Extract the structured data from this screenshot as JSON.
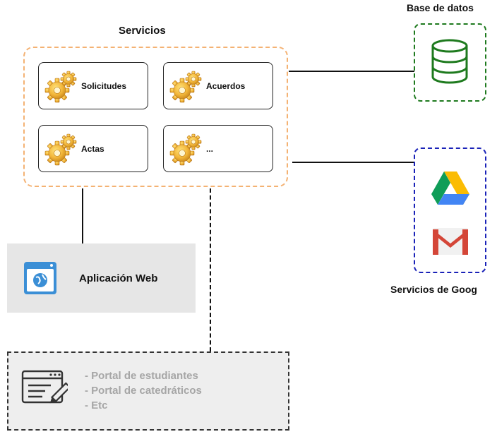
{
  "services": {
    "title": "Servicios",
    "cards": [
      {
        "label": "Solicitudes",
        "icon": "gear-icon"
      },
      {
        "label": "Acuerdos",
        "icon": "gear-icon"
      },
      {
        "label": "Actas",
        "icon": "gear-icon"
      },
      {
        "label": "...",
        "icon": "gear-icon"
      }
    ],
    "border_color": "#f4b273"
  },
  "database": {
    "title": "Base de datos",
    "icon": "database-icon",
    "border_color": "#1e7a1e"
  },
  "google": {
    "title": "Servicios de Goog",
    "icons": [
      "google-drive-icon",
      "gmail-icon"
    ],
    "border_color": "#1a22b8"
  },
  "web_app": {
    "label": "Aplicación Web",
    "icon": "web-browser-icon"
  },
  "portals": {
    "icon": "form-edit-icon",
    "lines": [
      "- Portal de estudiantes",
      "- Portal de catedráticos",
      "- Etc"
    ]
  }
}
